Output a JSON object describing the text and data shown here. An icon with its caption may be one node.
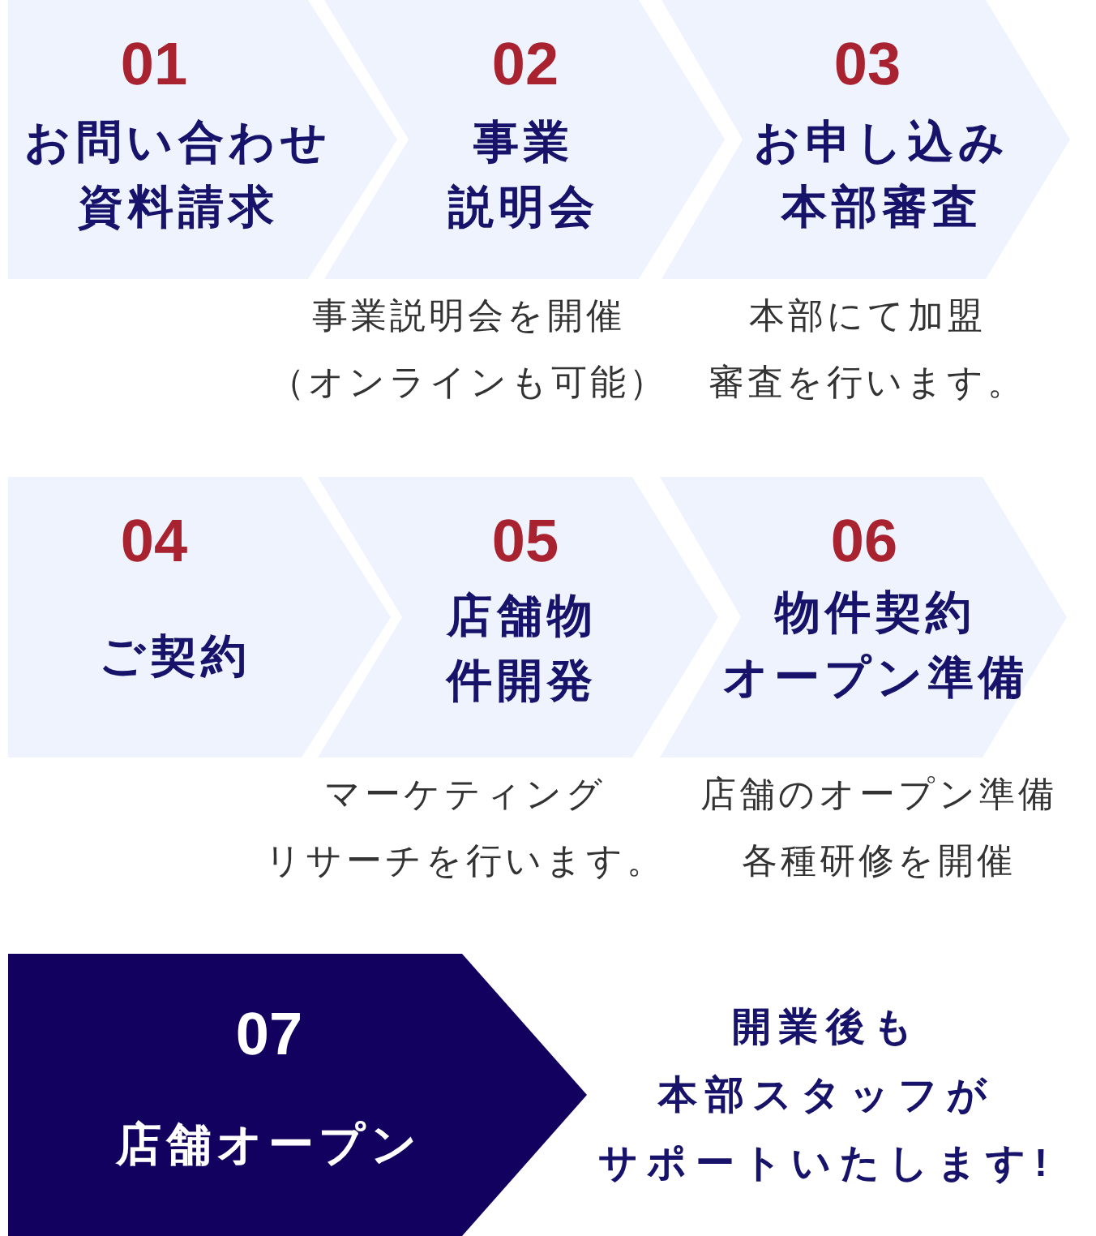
{
  "diagram": {
    "nodes": [
      {
        "text": [
          "01",
          "お問い合わせ資料請求"
        ]
      },
      {
        "text": [
          "02",
          "事業説明会"
        ],
        "beside": [
          "事業説明会を開催（オンラインも可能）"
        ]
      },
      {
        "text": [
          "03",
          "お申し込み本部審査"
        ],
        "beside": [
          "本部にて加盟審査を行います。"
        ]
      },
      {
        "text": [
          "04",
          "ご契約"
        ]
      },
      {
        "text": [
          "05",
          "店舗物件開発"
        ],
        "beside": [
          "マーケティングリサーチを行います。"
        ]
      },
      {
        "text": [
          "06",
          "物件契約オープン準備"
        ],
        "beside": [
          "店舗のオープン準備各種研修を開催"
        ]
      },
      {
        "text": [
          "07",
          "店舗オープン"
        ],
        "beside": [
          "開業後も本部スタッフがサポートいたします!"
        ]
      }
    ]
  }
}
